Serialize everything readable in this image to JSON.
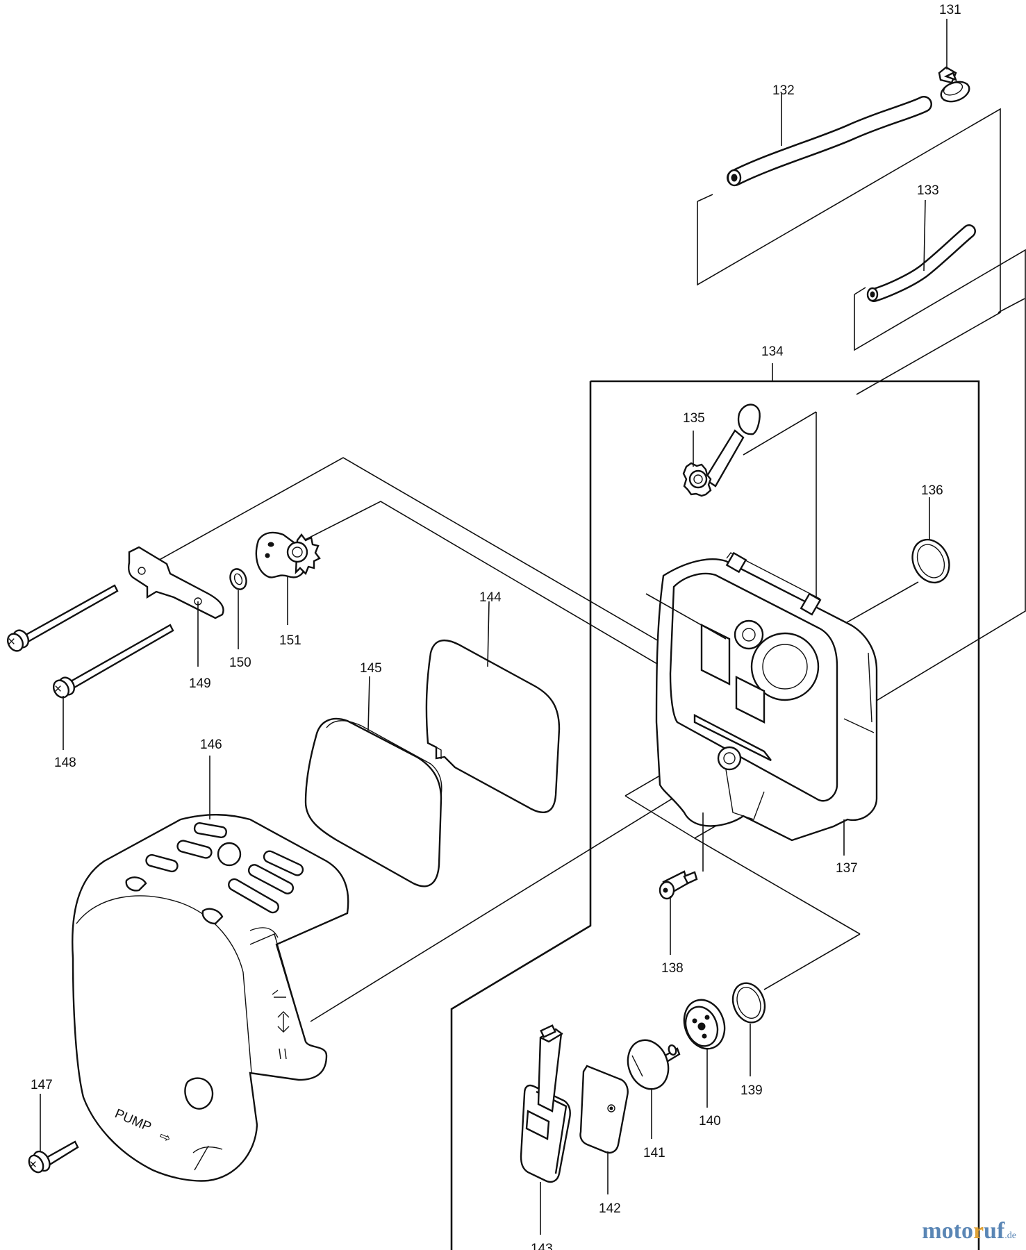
{
  "callouts": {
    "p131": "131",
    "p132": "132",
    "p133": "133",
    "p134": "134",
    "p135": "135",
    "p136": "136",
    "p137": "137",
    "p138": "138",
    "p139": "139",
    "p140": "140",
    "p141": "141",
    "p142": "142",
    "p143": "143",
    "p144": "144",
    "p145": "145",
    "p146": "146",
    "p147": "147",
    "p148": "148",
    "p149": "149",
    "p150": "150",
    "p151": "151"
  },
  "cover_text": {
    "pump": "PUMP",
    "arrow": "⇨"
  },
  "watermark": {
    "part1": "moto",
    "part2": "r",
    "part3": "uf",
    "suffix": ".de"
  }
}
